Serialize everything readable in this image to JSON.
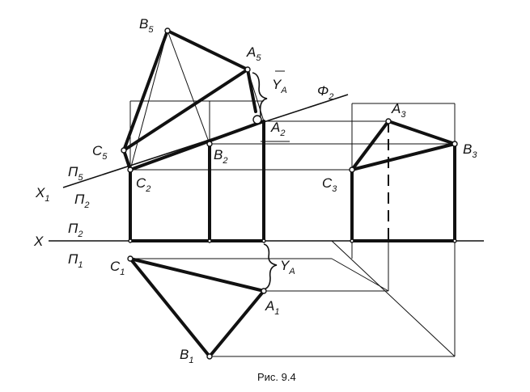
{
  "labels": {
    "B5": {
      "main": "B",
      "sub": "5"
    },
    "A5": {
      "main": "A",
      "sub": "5"
    },
    "YA_top": {
      "main": "Y",
      "sub": "A"
    },
    "Phi2": {
      "main": "Φ",
      "sub": "2"
    },
    "A3": {
      "main": "A",
      "sub": "3"
    },
    "B3": {
      "main": "B",
      "sub": "3"
    },
    "C5": {
      "main": "C",
      "sub": "5"
    },
    "A2": {
      "main": "A",
      "sub": "2"
    },
    "B2": {
      "main": "B",
      "sub": "2"
    },
    "X1": {
      "main": "X",
      "sub": "1"
    },
    "Pi5": {
      "main": "Π",
      "sub": "5"
    },
    "C2": {
      "main": "C",
      "sub": "2"
    },
    "C3": {
      "main": "C",
      "sub": "3"
    },
    "Pi2_upper": {
      "main": "Π",
      "sub": "2"
    },
    "X": {
      "main": "X",
      "sub": ""
    },
    "Pi2_lower": {
      "main": "Π",
      "sub": "2"
    },
    "Pi1": {
      "main": "Π",
      "sub": "1"
    },
    "C1": {
      "main": "C",
      "sub": "1"
    },
    "YA_bottom": {
      "main": "Y",
      "sub": "A"
    },
    "A1": {
      "main": "A",
      "sub": "1"
    },
    "B1": {
      "main": "B",
      "sub": "1"
    }
  },
  "caption": "Рис. 9.4"
}
